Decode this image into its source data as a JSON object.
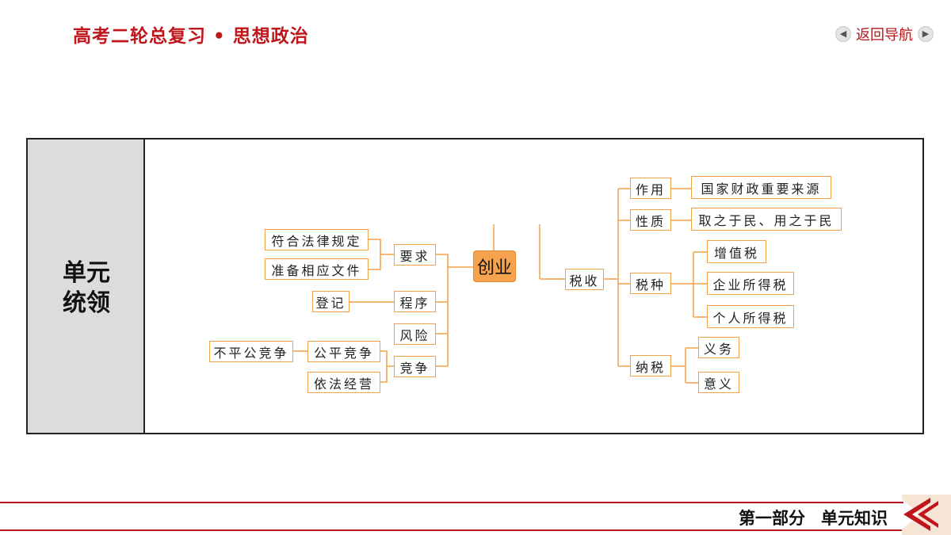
{
  "header": {
    "title": "高考二轮总复习 • 思想政治"
  },
  "nav": {
    "label": "返回导航",
    "prev_icon": "arrow-left-icon",
    "next_icon": "arrow-right-icon"
  },
  "sidebar": {
    "title": "单元\n统领"
  },
  "mindmap": {
    "center": "创业",
    "left_branches": [
      {
        "label": "要求",
        "children": [
          "符合法律规定",
          "准备相应文件"
        ]
      },
      {
        "label": "程序",
        "children": [
          "登记"
        ]
      },
      {
        "label": "风险",
        "children": []
      },
      {
        "label": "竞争",
        "children": [
          {
            "label": "公平竞争",
            "children": [
              "不平公竞争"
            ]
          },
          {
            "label": "依法经营",
            "children": []
          }
        ]
      }
    ],
    "right_branches": [
      {
        "label": "税收",
        "children": [
          {
            "label": "作用",
            "children": [
              "国家财政重要来源"
            ]
          },
          {
            "label": "性质",
            "children": [
              "取之于民、用之于民"
            ]
          },
          {
            "label": "税种",
            "children": [
              "增值税",
              "企业所得税",
              "个人所得税"
            ]
          },
          {
            "label": "纳税",
            "children": [
              "义务",
              "意义"
            ]
          }
        ]
      }
    ]
  },
  "footer": {
    "section": "第一部分",
    "unit": "单元知识"
  },
  "colors": {
    "accent_red": "#c0161b",
    "node_border": "#f3a14a",
    "center_fill": "#f5a34e",
    "sidebar_fill": "#dcdcdc"
  }
}
